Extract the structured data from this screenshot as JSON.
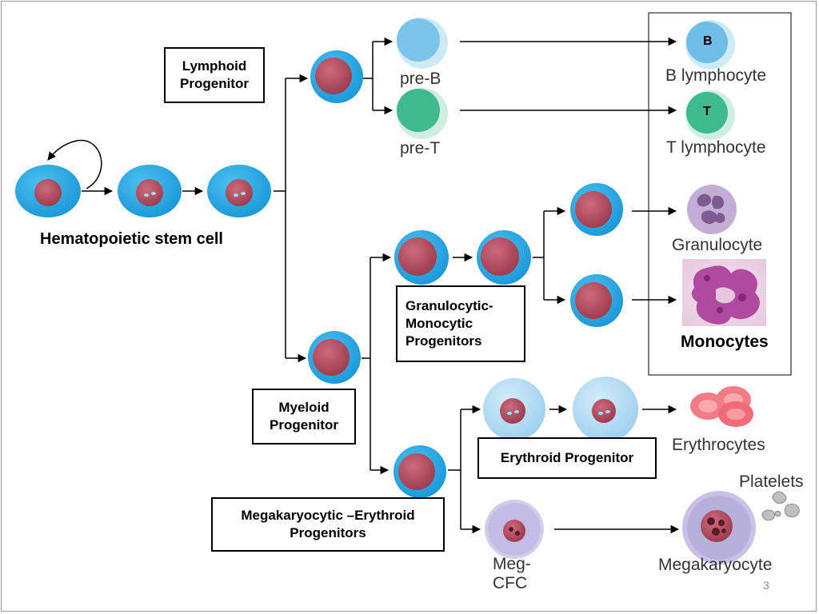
{
  "diagram": {
    "progenitor_boxes": {
      "lymphoid": "Lymphoid\nProgenitor",
      "granulocytic_monocytic": "Granulocytic-\nMonocytic\nProgenitors",
      "myeloid": "Myeloid\nProgenitor",
      "erythroid": "Erythroid Progenitor",
      "megakaryocytic_erythroid": "Megakaryocytic –Erythroid\nProgenitors"
    },
    "cell_labels": {
      "hsc": "Hematopoietic stem cell",
      "pre_b": "pre-B",
      "pre_t": "pre-T",
      "b_lymphocyte": "B lymphocyte",
      "t_lymphocyte": "T lymphocyte",
      "granulocyte": "Granulocyte",
      "monocytes": "Monocytes",
      "erythrocytes": "Erythrocytes",
      "platelets": "Platelets",
      "meg_cfc": "Meg-\nCFC",
      "megakaryocyte": "Megakaryocyte"
    },
    "cell_markers": {
      "b": "B",
      "t": "T"
    },
    "colors": {
      "cell_blue": "#1fa3e0",
      "light_blue_cell": "#a7d7f1",
      "nucleus": "#b34a5e",
      "pre_b": "#7cc4ec",
      "pre_t": "#3fba8f",
      "granulocyte": "#c5aed6",
      "erythrocyte": "#f07c86",
      "megakaryocyte": "#b8b0dc"
    }
  },
  "slide_number": "3"
}
